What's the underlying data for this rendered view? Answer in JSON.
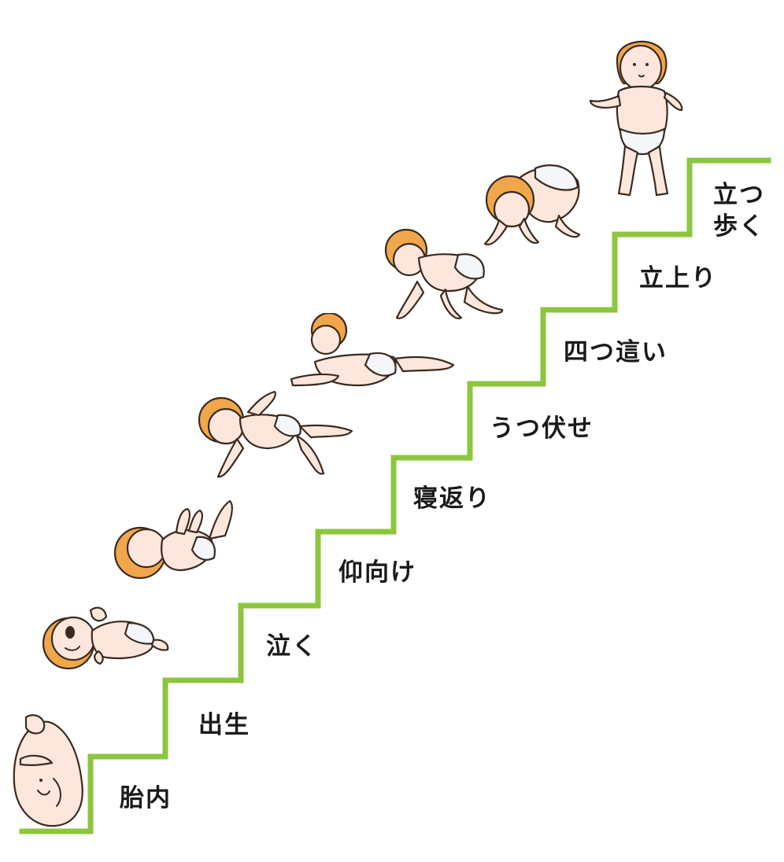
{
  "colors": {
    "stair_line": "#8cc63f",
    "label_text": "#1a1a1a",
    "skin": "#fde7dc",
    "hair": "#f0a64a",
    "diaper": "#f4f6fa"
  },
  "stages": [
    {
      "label": "胎内",
      "figure": "fetus-icon"
    },
    {
      "label": "出生",
      "figure": "newborn-crying-icon"
    },
    {
      "label": "泣く",
      "figure": "baby-supine-icon"
    },
    {
      "label": "仰向け",
      "figure": "baby-rolling-icon"
    },
    {
      "label": "寝返り",
      "figure": "baby-prone-icon"
    },
    {
      "label": "うつ伏せ",
      "figure": "baby-crawling-icon"
    },
    {
      "label": "四つ這い",
      "figure": "baby-pulling-up-icon"
    },
    {
      "label": "立上り",
      "figure": "baby-standing-icon"
    },
    {
      "label": "立つ\n歩く",
      "figure": ""
    }
  ]
}
